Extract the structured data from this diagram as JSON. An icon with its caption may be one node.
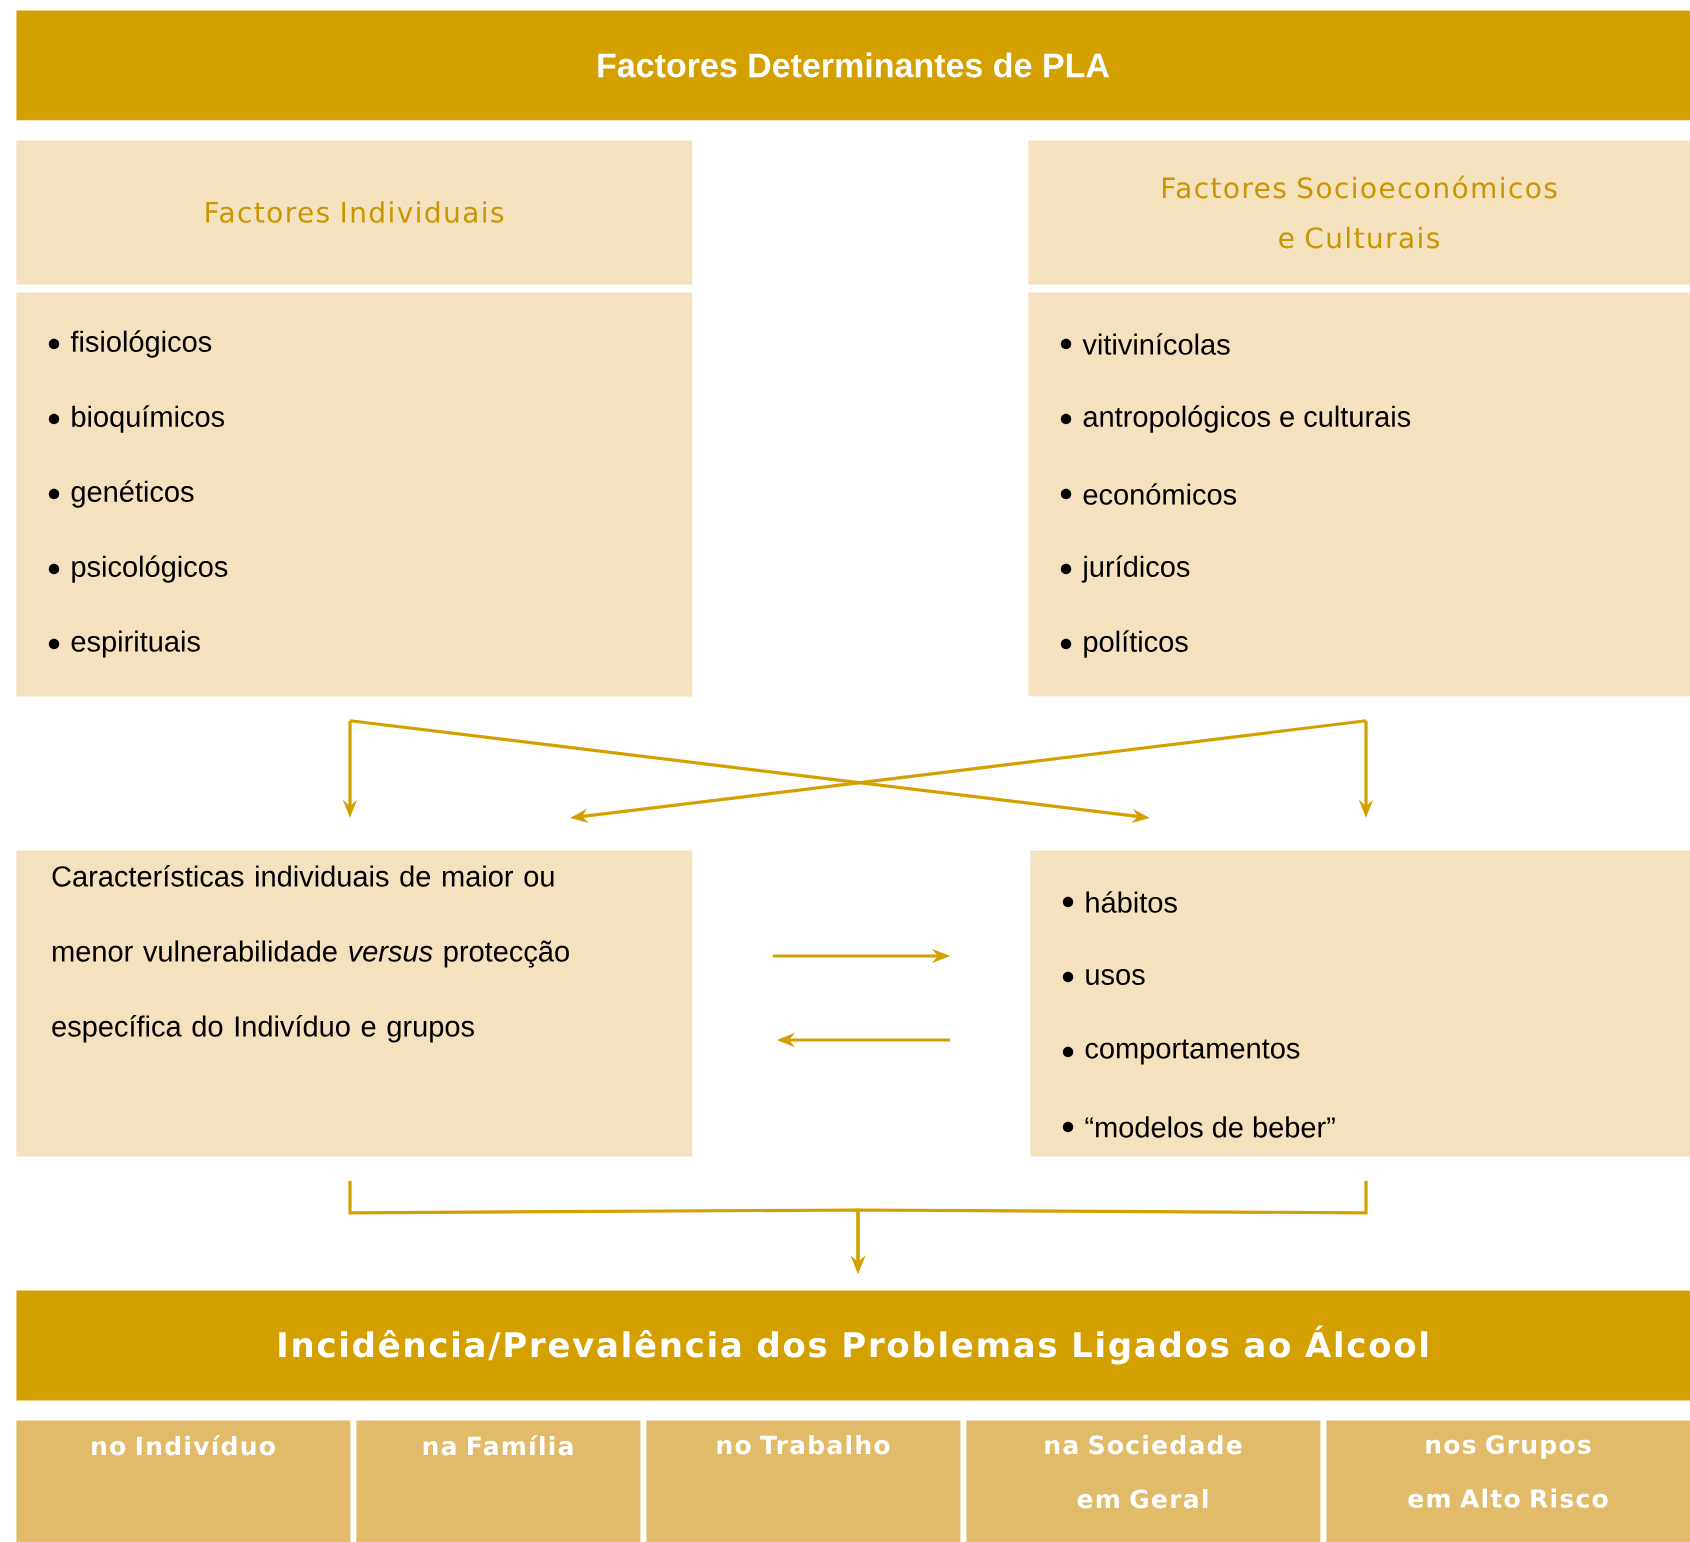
{
  "diagram": {
    "nodes": [
      {
        "text": [
          "Factores Determinantes de PLA"
        ]
      },
      {
        "text": [
          "Factores Individuais"
        ]
      },
      {
        "text": [
          "fisiológicos",
          "bioquímicos",
          "genéticos",
          "psicológicos",
          "espirituais"
        ]
      },
      {
        "text": [
          "Factores Socioeconómicos e Culturais"
        ]
      },
      {
        "text": [
          "vitivinícolas",
          "antropológicos e culturais",
          "económicos",
          "jurídicos",
          "políticos"
        ]
      },
      {
        "text": [
          "Características individuais de maior ou menor vulnerabilidade *versus* protecção específica do Indivíduo e grupos"
        ]
      },
      {
        "text": [
          "hábitos",
          "usos",
          "comportamentos",
          "“modelos de beber”"
        ]
      },
      {
        "text": [
          "Incidência/Prevalência dos Problemas Ligados ao Álcool"
        ]
      },
      {
        "text": [
          "no Indivíduo"
        ]
      },
      {
        "text": [
          "na Família"
        ]
      },
      {
        "text": [
          "no Trabalho"
        ]
      },
      {
        "text": [
          "na Sociedade em Geral"
        ]
      },
      {
        "text": [
          "nos Grupos em Alto Risco"
        ]
      }
    ],
    "edges": [
      {
        "from": 2,
        "to": 5,
        "arrow": "to"
      },
      {
        "from": 2,
        "to": 6,
        "arrow": "to"
      },
      {
        "from": 4,
        "to": 6,
        "arrow": "to"
      },
      {
        "from": 4,
        "to": 5,
        "arrow": "to"
      },
      {
        "from": 5,
        "to": 6,
        "arrow": "to"
      },
      {
        "from": 6,
        "to": 5,
        "arrow": "to"
      },
      {
        "from": 5,
        "to": 7,
        "arrow": "to"
      },
      {
        "from": 6,
        "to": 7,
        "arrow": "to"
      }
    ]
  }
}
